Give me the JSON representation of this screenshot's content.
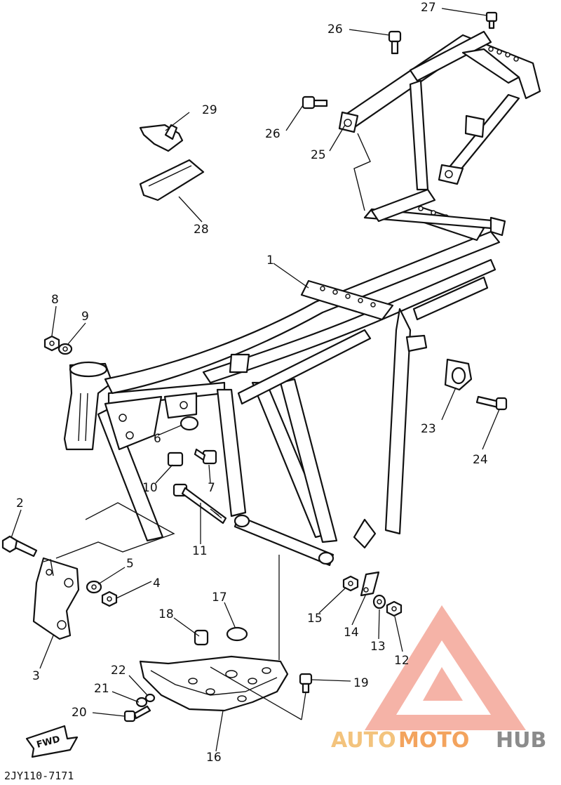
{
  "diagram_code": "2JY110-7171",
  "fwd_label": "FWD",
  "watermark": {
    "brand_auto": "AUTO",
    "brand_moto": "MOTO",
    "brand_hub": "HUB",
    "colors": {
      "auto": "#f3c37d",
      "moto": "#f3a35d",
      "hub": "#8b8b8b",
      "logo": "#f29a8a"
    }
  },
  "callouts": {
    "c1": "1",
    "c2": "2",
    "c3": "3",
    "c4": "4",
    "c5": "5",
    "c6": "6",
    "c7": "7",
    "c8": "8",
    "c9": "9",
    "c10": "10",
    "c11": "11",
    "c12": "12",
    "c13": "13",
    "c14": "14",
    "c15": "15",
    "c16": "16",
    "c17": "17",
    "c18": "18",
    "c19": "19",
    "c20": "20",
    "c21": "21",
    "c22": "22",
    "c23": "23",
    "c24": "24",
    "c25": "25",
    "c26a": "26",
    "c26b": "26",
    "c27": "27",
    "c28": "28",
    "c29": "29"
  }
}
